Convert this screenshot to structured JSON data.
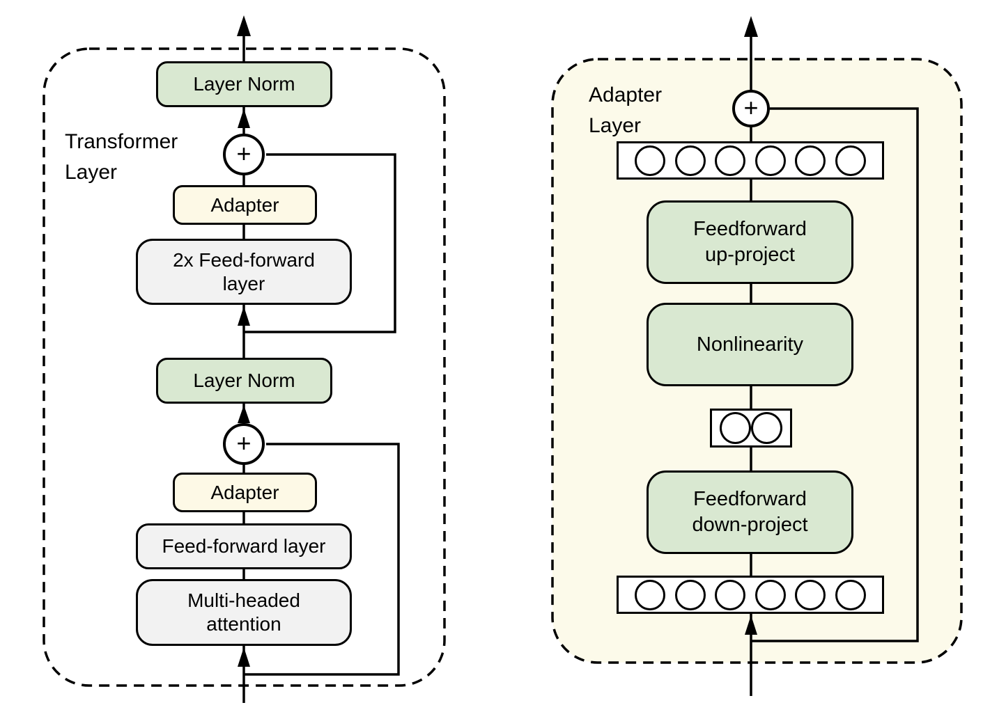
{
  "left_panel": {
    "title_lines": [
      "Transformer",
      "Layer"
    ],
    "layer_norm_top": "Layer Norm",
    "plus_top": "+",
    "adapter_top": "Adapter",
    "feed_forward_2x_lines": [
      "2x Feed-forward",
      "layer"
    ],
    "layer_norm_bottom": "Layer Norm",
    "plus_bottom": "+",
    "adapter_bottom": "Adapter",
    "feed_forward": "Feed-forward layer",
    "multi_headed_attention_lines": [
      "Multi-headed",
      "attention"
    ]
  },
  "right_panel": {
    "title_lines": [
      "Adapter",
      "Layer"
    ],
    "plus": "+",
    "feature_row_top_units": 6,
    "feedforward_up_lines": [
      "Feedforward",
      "up-project"
    ],
    "nonlinearity": "Nonlinearity",
    "bottleneck_units": 2,
    "feedforward_down_lines": [
      "Feedforward",
      "down-project"
    ],
    "feature_row_bottom_units": 6
  },
  "colors": {
    "green_box": "#d9e8d1",
    "yellow_box": "#fdf9e6",
    "gray_box": "#f2f2f2",
    "panel_background": "#fcfaea",
    "stroke": "#000000"
  }
}
